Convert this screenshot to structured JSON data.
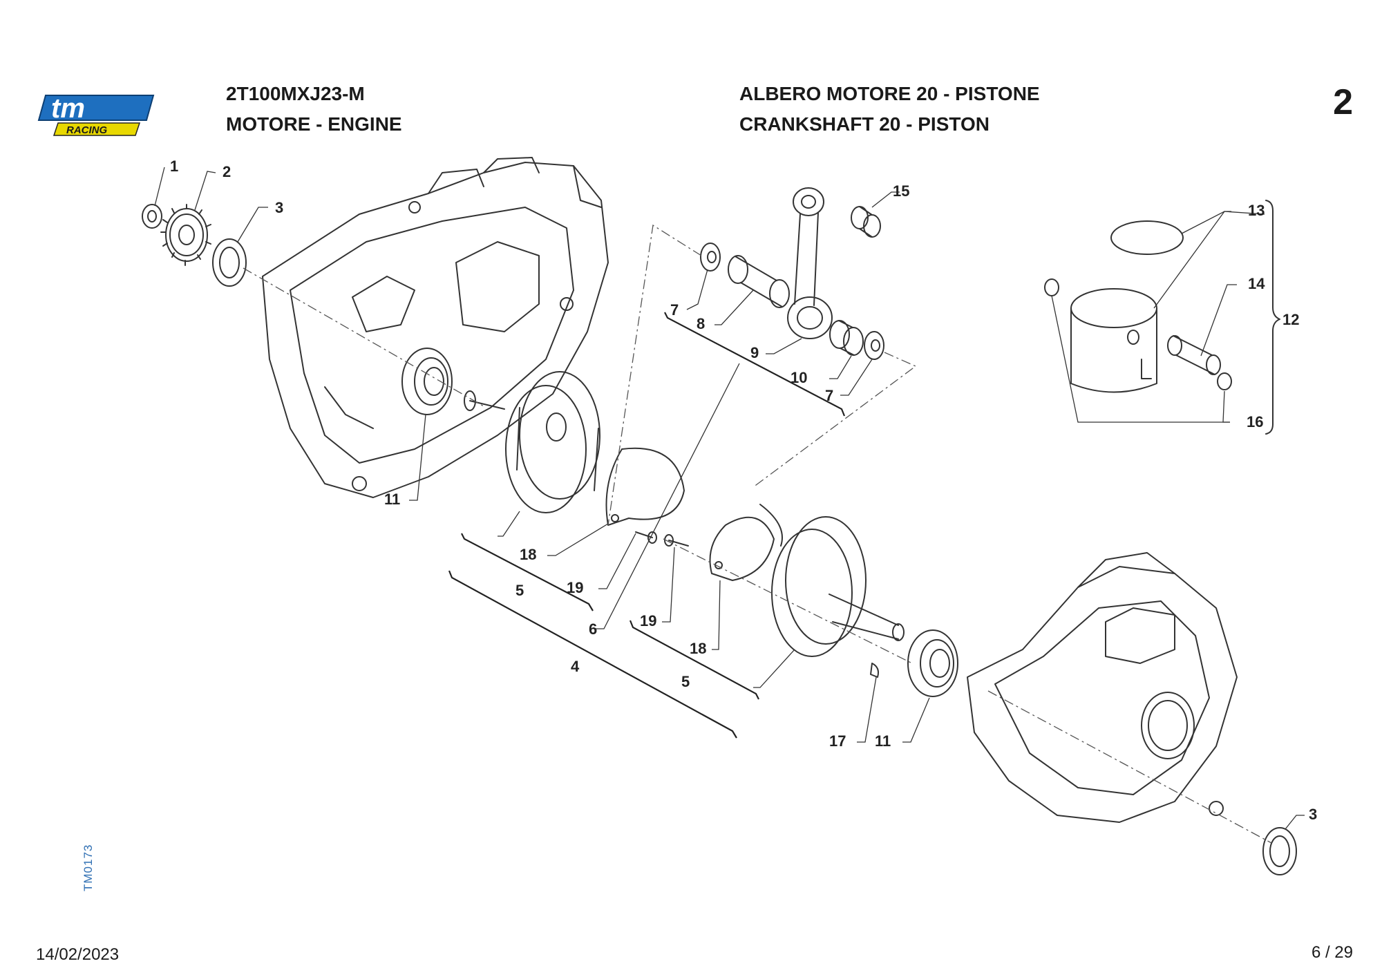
{
  "brand": {
    "logo_text": "tm",
    "logo_subtext": "RACING",
    "primary_color": "#1e6fbf",
    "accent_color": "#e8d800"
  },
  "header": {
    "model_code": "2T100MXJ23-M",
    "section_title": "MOTORE - ENGINE",
    "group_title_it": "ALBERO MOTORE 20 - PISTONE",
    "group_title_en": "CRANKSHAFT 20 - PISTON",
    "page_number": "2"
  },
  "callouts": {
    "c1": "1",
    "c2": "2",
    "c3a": "3",
    "c3b": "3",
    "c4": "4",
    "c5a": "5",
    "c5b": "5",
    "c6": "6",
    "c7a": "7",
    "c7b": "7",
    "c8": "8",
    "c9": "9",
    "c10": "10",
    "c11a": "11",
    "c11b": "11",
    "c12": "12",
    "c13": "13",
    "c14": "14",
    "c15": "15",
    "c16": "16",
    "c17": "17",
    "c18a": "18",
    "c18b": "18",
    "c19a": "19",
    "c19b": "19"
  },
  "footer": {
    "date": "14/02/2023",
    "page": "6 / 29",
    "side_code": "TM0173"
  }
}
